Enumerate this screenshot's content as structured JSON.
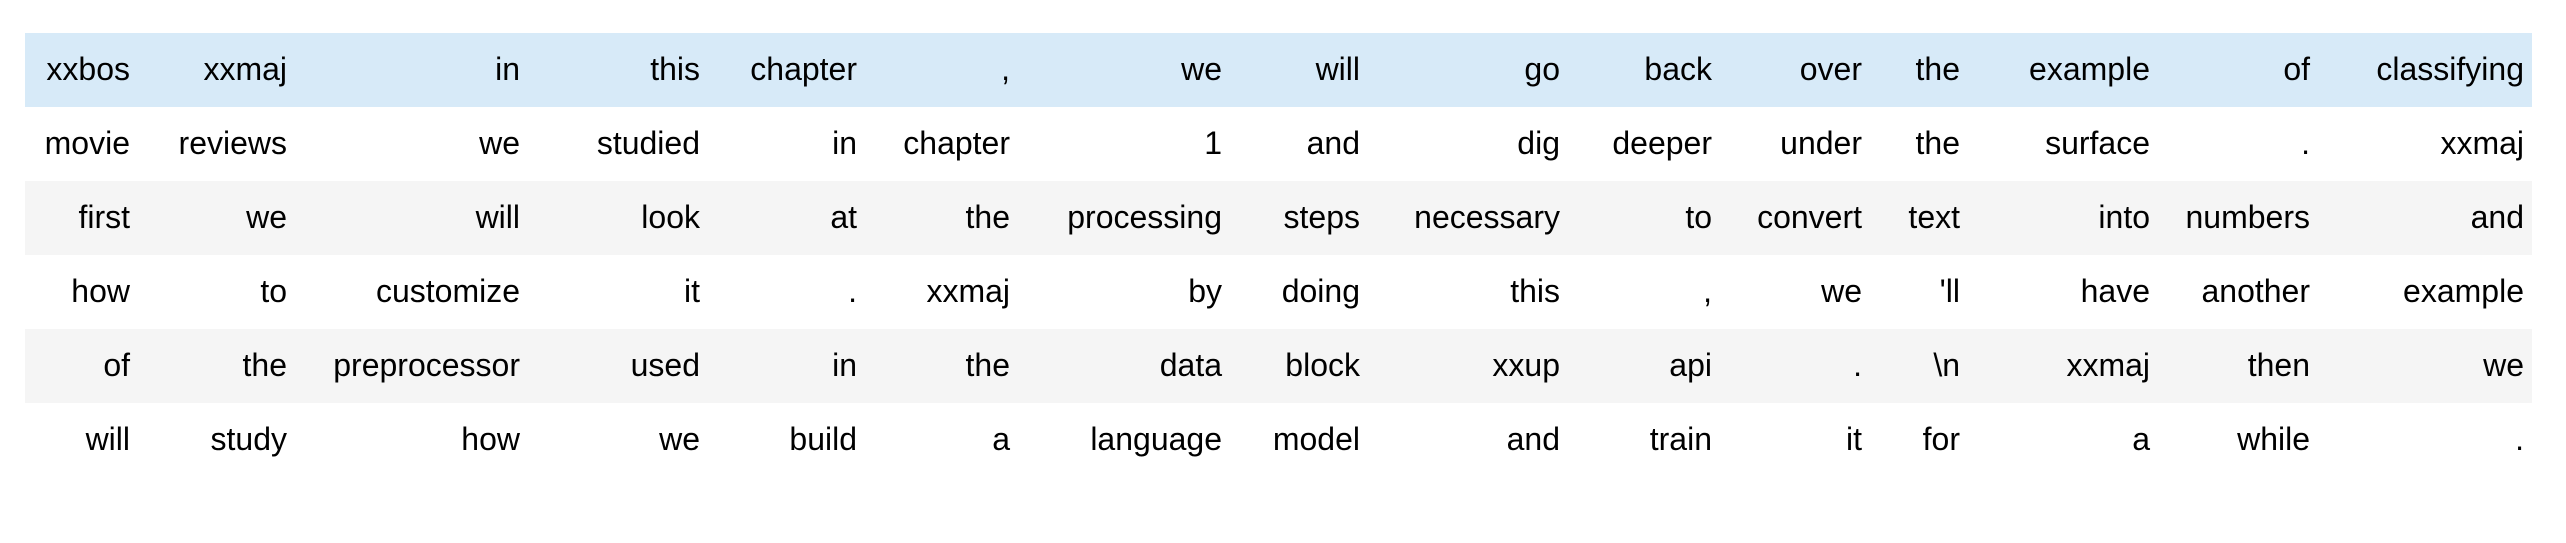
{
  "table": {
    "row_count": 6,
    "column_count": 15,
    "highlighted_row_index": 0,
    "colors": {
      "highlight_row_bg": "#d7eaf8",
      "stripe_row_bg": "#f5f5f5",
      "plain_row_bg": "#ffffff",
      "text": "#000000"
    },
    "rows": [
      {
        "tokens": [
          "xxbos",
          "xxmaj",
          "in",
          "this",
          "chapter",
          ",",
          "we",
          "will",
          "go",
          "back",
          "over",
          "the",
          "example",
          "of",
          "classifying"
        ]
      },
      {
        "tokens": [
          "movie",
          "reviews",
          "we",
          "studied",
          "in",
          "chapter",
          "1",
          "and",
          "dig",
          "deeper",
          "under",
          "the",
          "surface",
          ".",
          "xxmaj"
        ]
      },
      {
        "tokens": [
          "first",
          "we",
          "will",
          "look",
          "at",
          "the",
          "processing",
          "steps",
          "necessary",
          "to",
          "convert",
          "text",
          "into",
          "numbers",
          "and"
        ]
      },
      {
        "tokens": [
          "how",
          "to",
          "customize",
          "it",
          ".",
          "xxmaj",
          "by",
          "doing",
          "this",
          ",",
          "we",
          "'ll",
          "have",
          "another",
          "example"
        ]
      },
      {
        "tokens": [
          "of",
          "the",
          "preprocessor",
          "used",
          "in",
          "the",
          "data",
          "block",
          "xxup",
          "api",
          ".",
          "\\n",
          "xxmaj",
          "then",
          "we"
        ]
      },
      {
        "tokens": [
          "will",
          "study",
          "how",
          "we",
          "build",
          "a",
          "language",
          "model",
          "and",
          "train",
          "it",
          "for",
          "a",
          "while",
          "."
        ]
      }
    ]
  }
}
